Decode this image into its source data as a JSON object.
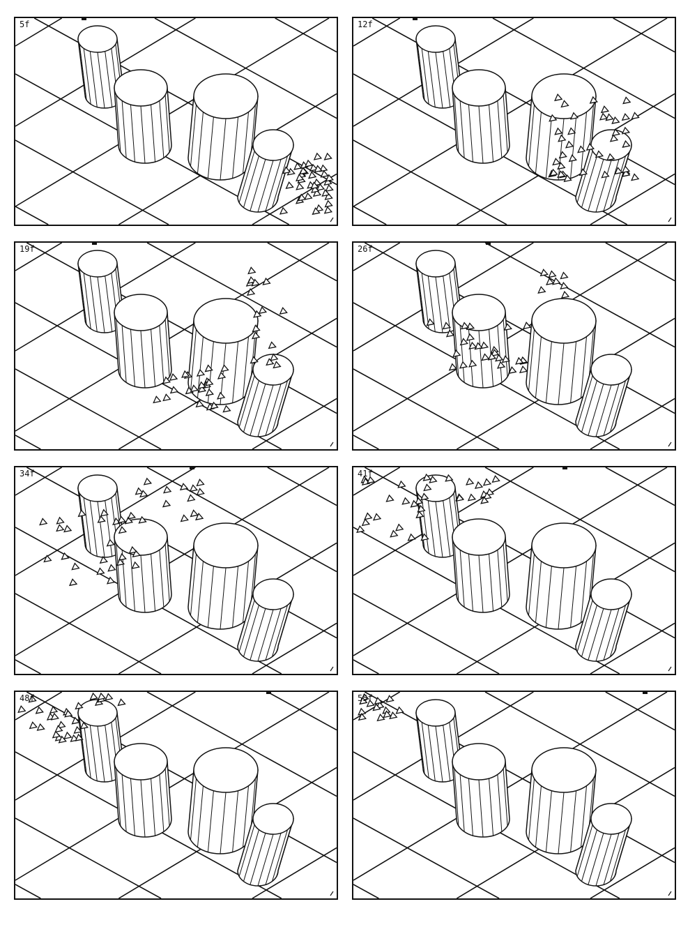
{
  "figure": {
    "panels": [
      {
        "label": "5f"
      },
      {
        "label": "12f"
      },
      {
        "label": "19f"
      },
      {
        "label": "26f"
      },
      {
        "label": "34f"
      },
      {
        "label": "41f"
      },
      {
        "label": "48f"
      },
      {
        "label": "55f"
      }
    ]
  }
}
